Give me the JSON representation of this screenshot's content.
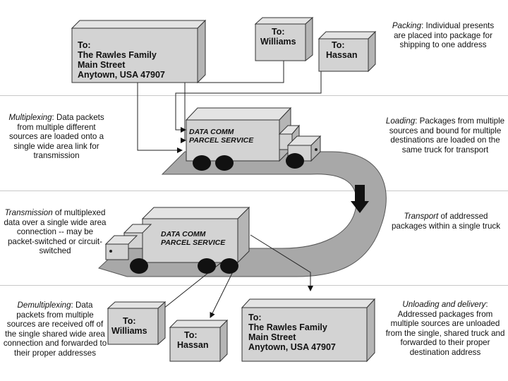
{
  "notes": {
    "packing": {
      "lead": "Packing",
      "rest": ": Individual presents are placed into package for shipping to one address"
    },
    "multiplexing": {
      "lead": "Multiplexing",
      "rest": ": Data packets from multiple different sources are loaded onto a single wide area link for transmission"
    },
    "loading": {
      "lead": "Loading",
      "rest": ": Packages from multiple sources and bound for multiple destinations are loaded on the same truck for transport"
    },
    "transmission": {
      "lead": "Transmission",
      "rest": " of multiplexed data over a single wide area connection -- may be packet-switched or circuit-switched"
    },
    "transport": {
      "lead": "Transport",
      "rest": " of addressed packages within a single truck"
    },
    "demultiplexing": {
      "lead": "Demultiplexing",
      "rest": ": Data packets from multiple sources are received off of the single shared wide area connection and forwarded to their proper addresses"
    },
    "unloading": {
      "lead": "Unloading and delivery",
      "rest": ": Addressed packages from multiple sources are unloaded from the single, shared truck and forwarded to their proper destination address"
    }
  },
  "packages": {
    "rawles_top": [
      "To:",
      "The Rawles Family",
      "Main Street",
      "Anytown, USA 47907"
    ],
    "williams_top": [
      "To:",
      "Williams"
    ],
    "hassan_top": [
      "To:",
      "Hassan"
    ],
    "williams_bottom": [
      "To:",
      "Williams"
    ],
    "hassan_bottom": [
      "To:",
      "Hassan"
    ],
    "rawles_bottom": [
      "To:",
      "The Rawles Family",
      "Main Street",
      "Anytown, USA 47907"
    ]
  },
  "trucks": {
    "top": [
      "DATA COMM",
      "PARCEL SERVICE"
    ],
    "bottom": [
      "DATA COMM",
      "PARCEL SERVICE"
    ]
  },
  "colors": {
    "box": "#d4d4d4",
    "box_top": "#e6e6e6",
    "box_side": "#b9b9b9",
    "road": "#a9a9a9",
    "ink": "#111111"
  }
}
